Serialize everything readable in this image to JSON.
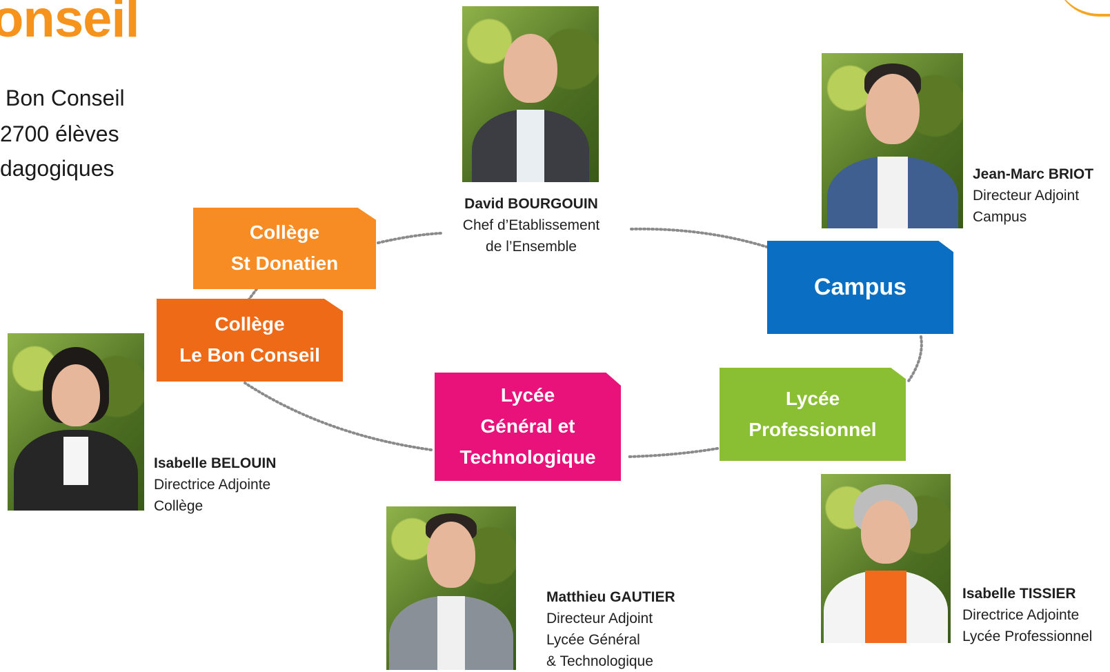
{
  "header": {
    "title": "onseil",
    "intro_lines": [
      "Bon Conseil",
      "2700 élèves",
      "dagogiques"
    ]
  },
  "colors": {
    "title": "#f6931d",
    "st_donatien": "#f78b24",
    "bon_conseil": "#ee6a16",
    "campus": "#0a6fc2",
    "lycee_pro": "#8bbf33",
    "lycee_gt": "#e8127a"
  },
  "units": {
    "st_donatien": "Collège\nSt Donatien",
    "bon_conseil": "Collège\nLe Bon Conseil",
    "campus": "Campus",
    "lycee_pro": "Lycée\nProfessionnel",
    "lycee_gt": "Lycée\nGénéral et\nTechnologique"
  },
  "people": {
    "bourgouin": {
      "name": "David BOURGOUIN",
      "line1": "Chef d’Etablissement",
      "line2": "de l’Ensemble",
      "line3": ""
    },
    "briot": {
      "name": "Jean-Marc BRIOT",
      "line1": "Directeur Adjoint",
      "line2": "Campus",
      "line3": ""
    },
    "belouin": {
      "name": "Isabelle BELOUIN",
      "line1": "Directrice Adjointe",
      "line2": "Collège",
      "line3": ""
    },
    "gautier": {
      "name": "Matthieu GAUTIER",
      "line1": "Directeur Adjoint",
      "line2": "Lycée Général",
      "line3": "& Technologique"
    },
    "tissier": {
      "name": "Isabelle TISSIER",
      "line1": "Directrice Adjointe",
      "line2": "Lycée Professionnel",
      "line3": ""
    }
  }
}
